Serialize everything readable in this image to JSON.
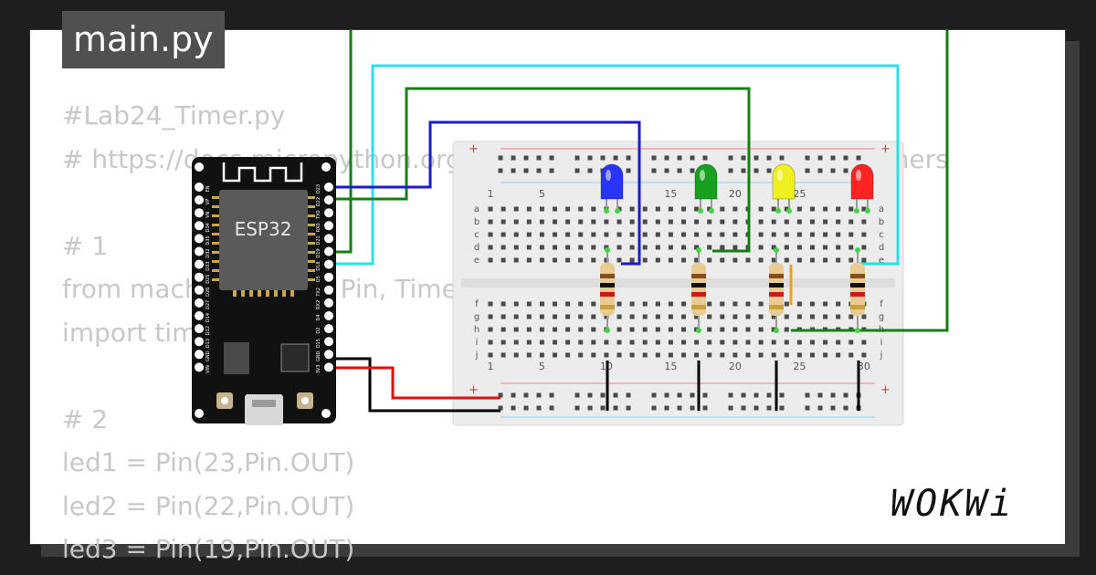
{
  "file_tab": "main.py",
  "code_lines": [
    "#Lab24_Timer.py",
    "# https://docs.micropython.org/en/latest/esp32/quickref.html#timers",
    "",
    "# 1",
    "from machine import Pin, Timer",
    "import time",
    "",
    "# 2",
    "led1 = Pin(23,Pin.OUT)",
    "led2 = Pin(22,Pin.OUT)",
    "led3 = Pin(19,Pin.OUT)"
  ],
  "esp32": {
    "label": "ESP32",
    "pins_left": [
      "EN",
      "VP",
      "VN",
      "D34",
      "D35",
      "D32",
      "D33",
      "D25",
      "D26",
      "D27",
      "D14",
      "D12",
      "D13",
      "GND",
      "VIN"
    ],
    "pins_right": [
      "D23",
      "D22",
      "TX0",
      "RX0",
      "D21",
      "D19",
      "D18",
      "D5",
      "TX2",
      "RX2",
      "D4",
      "D2",
      "D15",
      "GND",
      "3V3"
    ]
  },
  "breadboard": {
    "column_numbers": [
      "1",
      "5",
      "10",
      "15",
      "20",
      "25",
      "30"
    ],
    "row_letters_top": [
      "a",
      "b",
      "c",
      "d",
      "e"
    ],
    "row_letters_bottom": [
      "f",
      "g",
      "h",
      "i",
      "j"
    ]
  },
  "leds": [
    {
      "color": "blue",
      "hex": "#2a34ff"
    },
    {
      "color": "green",
      "hex": "#18a020"
    },
    {
      "color": "yellow",
      "hex": "#f0f020"
    },
    {
      "color": "red",
      "hex": "#ff2424"
    }
  ],
  "wires": {
    "blue": "#1a1ad0",
    "green": "#148014",
    "cyan": "#28e0ea",
    "black": "#000000",
    "red": "#e01010",
    "orange": "#f0a010"
  },
  "brand": "WOKWi"
}
